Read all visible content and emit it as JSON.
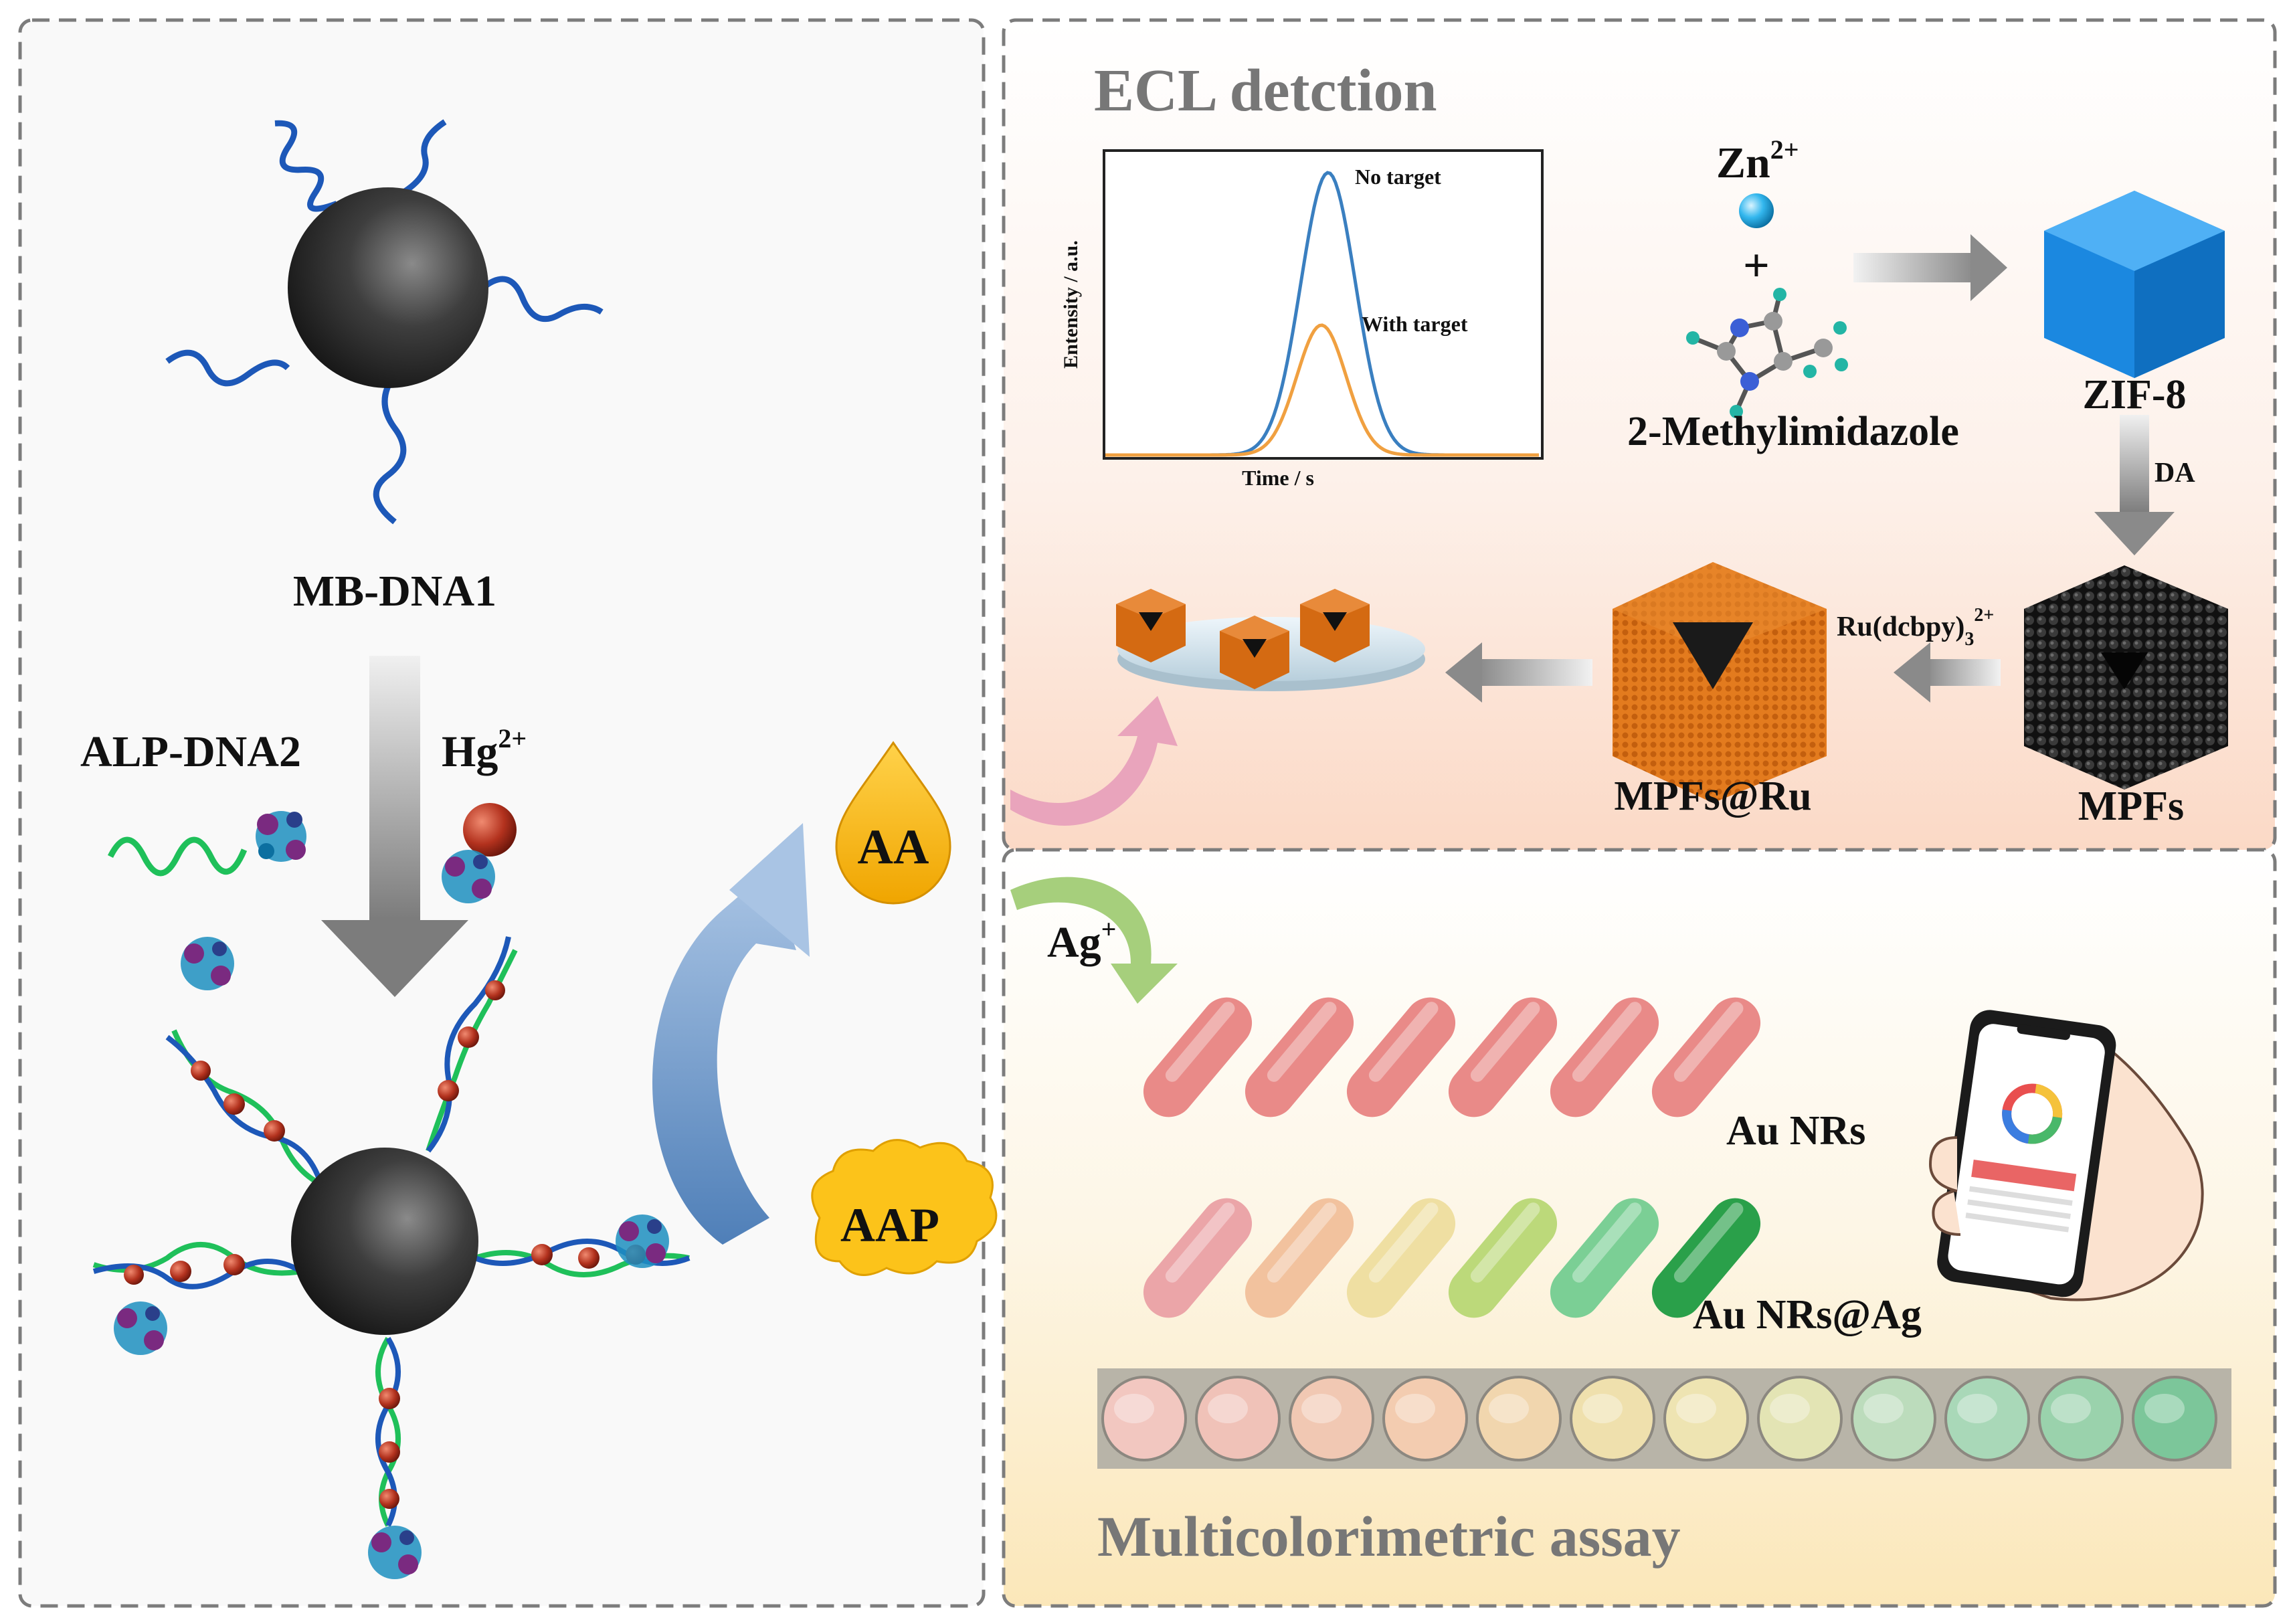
{
  "labels": {
    "mb_dna1": "MB-DNA1",
    "alp_dna2": "ALP-DNA2",
    "hg": "Hg",
    "hg_charge": "2+",
    "aa": "AA",
    "aap": "AAP",
    "ag": "Ag",
    "ag_charge": "+",
    "ecl_title": "ECL detction",
    "zn": "Zn",
    "zn_charge": "2+",
    "plus": "+",
    "methylimidazole": "2-Methylimidazole",
    "zif8": "ZIF-8",
    "da": "DA",
    "ru_complex": "Ru(dcbpy)",
    "ru_sub": "3",
    "ru_sup": "2+",
    "mpfs": "MPFs",
    "mpfs_ru": "MPFs@Ru",
    "au_nrs": "Au NRs",
    "au_nrs_ag": "Au NRs@Ag",
    "multicolor_title": "Multicolorimetric assay"
  },
  "ecl_plot": {
    "xlabel": "Time / s",
    "ylabel": "Entensity / a.u.",
    "series": [
      {
        "name": "No target",
        "color": "#3a7fc0",
        "peak": 1.0
      },
      {
        "name": "With target",
        "color": "#f0a040",
        "peak": 0.46
      }
    ]
  },
  "colors": {
    "rod_top": [
      "#e98a88",
      "#e98a88",
      "#e98a88",
      "#e98a88",
      "#e98a88",
      "#e98a88"
    ],
    "rod_bottom": [
      "#eba5a8",
      "#f2c29e",
      "#efdfa2",
      "#bcd97a",
      "#7bcf95",
      "#2aa04a"
    ],
    "wells": [
      "#f2c7c0",
      "#f0c2b8",
      "#f1c8b3",
      "#f3ccb0",
      "#f1d6ae",
      "#efe0ad",
      "#eee4b2",
      "#e3e4b4",
      "#bcdcbc",
      "#a9d8b8",
      "#9ad2ac",
      "#7cc69a"
    ]
  }
}
